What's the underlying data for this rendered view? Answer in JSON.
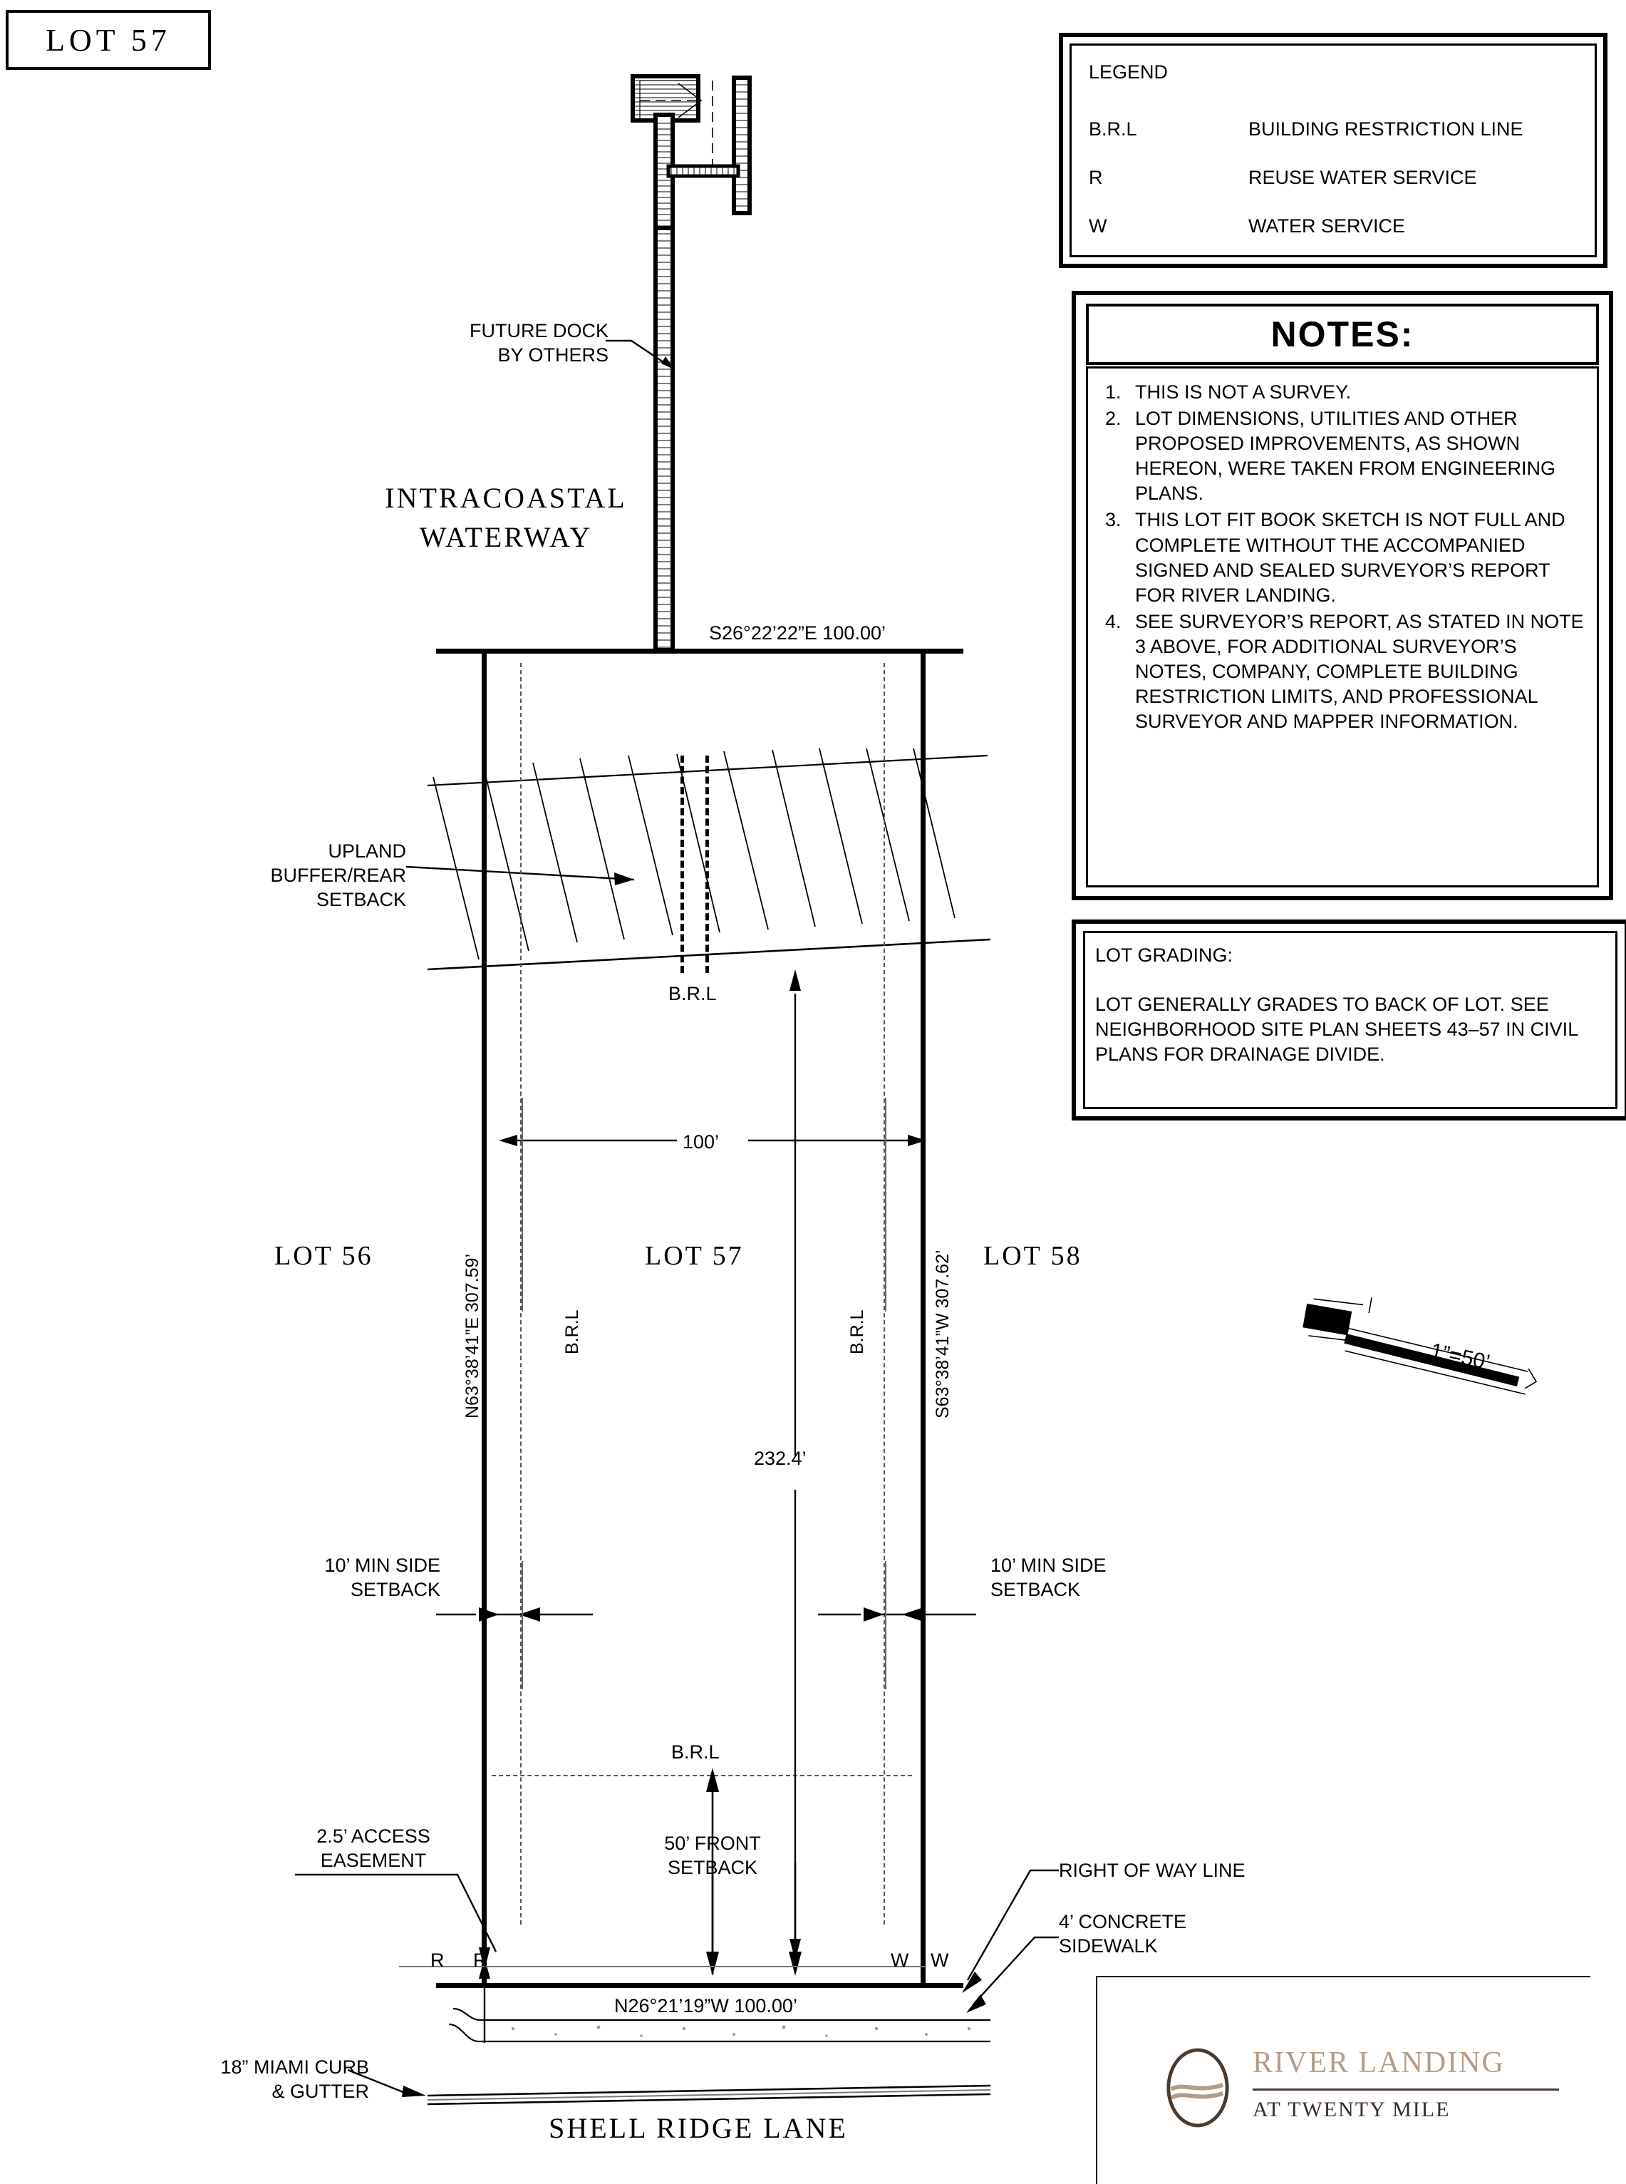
{
  "sheet": {
    "lot_title": "LOT 57"
  },
  "legend": {
    "title": "LEGEND",
    "rows": [
      {
        "key": "B.R.L",
        "value": "BUILDING RESTRICTION LINE"
      },
      {
        "key": "R",
        "value": "REUSE WATER SERVICE"
      },
      {
        "key": "W",
        "value": "WATER SERVICE"
      }
    ]
  },
  "notes": {
    "title": "NOTES:",
    "items": [
      {
        "num": "1.",
        "text": "THIS IS NOT A SURVEY."
      },
      {
        "num": "2.",
        "text": "LOT DIMENSIONS, UTILITIES AND OTHER PROPOSED IMPROVEMENTS, AS SHOWN HEREON, WERE TAKEN FROM ENGINEERING PLANS."
      },
      {
        "num": "3.",
        "text": "THIS LOT FIT BOOK SKETCH IS NOT FULL AND COMPLETE WITHOUT THE ACCOMPANIED SIGNED AND SEALED SURVEYOR’S REPORT FOR RIVER LANDING."
      },
      {
        "num": "4.",
        "text": "SEE SURVEYOR’S REPORT, AS STATED IN NOTE 3 ABOVE, FOR ADDITIONAL SURVEYOR’S NOTES, COMPANY, COMPLETE BUILDING RESTRICTION LIMITS, AND PROFESSIONAL SURVEYOR AND MAPPER INFORMATION."
      }
    ]
  },
  "grading": {
    "title": "LOT GRADING:",
    "text": "LOT GENERALLY GRADES TO BACK OF LOT. SEE NEIGHBORHOOD SITE PLAN SHEETS 43–57 IN CIVIL PLANS FOR DRAINAGE DIVIDE."
  },
  "drawing": {
    "future_dock_l1": "FUTURE DOCK",
    "future_dock_l2": "BY OTHERS",
    "waterway_l1": "INTRACOASTAL",
    "waterway_l2": "WATERWAY",
    "rear_bearing": "S26°22’22”E  100.00’",
    "front_bearing": "N26°21’19”W 100.00’",
    "left_bearing": "N63°38’41”E  307.59’",
    "right_bearing": "S63°38’41”W  307.62’",
    "upland_l1": "UPLAND",
    "upland_l2": "BUFFER/REAR",
    "upland_l3": "SETBACK",
    "brl_rear": "B.R.L",
    "brl_front": "B.R.L",
    "brl_left": "B.R.L",
    "brl_right": "B.R.L",
    "width_dim": "100’",
    "depth_dim": "232.4’",
    "lot_left": "LOT 56",
    "lot_center": "LOT 57",
    "lot_right": "LOT 58",
    "side_setback_left_l1": "10’ MIN SIDE",
    "side_setback_left_l2": "SETBACK",
    "side_setback_right_l1": "10’ MIN SIDE",
    "side_setback_right_l2": "SETBACK",
    "front_setback_l1": "50’ FRONT",
    "front_setback_l2": "SETBACK",
    "access_easement_l1": "2.5’ ACCESS",
    "access_easement_l2": "EASEMENT",
    "row_line": "RIGHT OF WAY LINE",
    "sidewalk_l1": "4’ CONCRETE",
    "sidewalk_l2": "SIDEWALK",
    "curb_l1": "18” MIAMI CURB",
    "curb_l2": "& GUTTER",
    "street_name": "SHELL RIDGE LANE",
    "utility_r1": "R",
    "utility_r2": "R",
    "utility_w1": "W",
    "utility_w2": "W",
    "scale_label": "1”=50’"
  },
  "logo": {
    "name": "RIVER LANDING",
    "subtitle": "AT TWENTY MILE"
  },
  "colors": {
    "ink": "#000000",
    "logo_name": "#b79b86",
    "logo_sub": "#3a2d26",
    "paper": "#ffffff"
  }
}
